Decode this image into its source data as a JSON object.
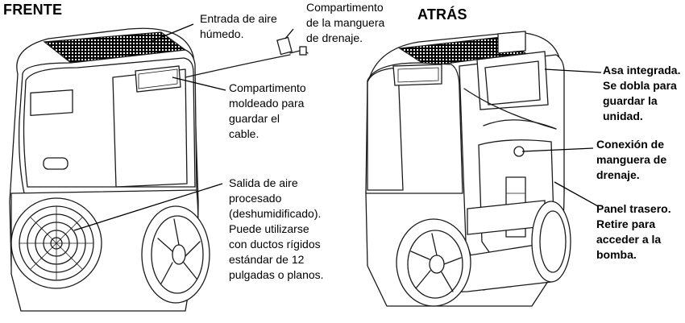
{
  "views": {
    "front_title": "FRENTE",
    "back_title": "ATRÁS"
  },
  "callouts": {
    "humid_air_inlet": "Entrada de aire\nhúmedo.",
    "drain_hose_compartment": "Compartimento\nde la manguera\nde drenaje.",
    "cable_compartment": "Compartimento\nmoldeado para\nguardar el\ncable.",
    "processed_air_outlet": "Salida de aire\nprocesado\n(deshumidificado).\nPuede utilizarse\ncon ductos rígidos\nestándar de 12\npulgadas o planos.",
    "integrated_handle": "Asa integrada.\nSe dobla para\nguardar la\nunidad.",
    "drain_hose_connection": "Conexión de\nmanguera de\ndrenaje.",
    "rear_panel": "Panel trasero.\nRetire para\nacceder a la\nbomba."
  }
}
